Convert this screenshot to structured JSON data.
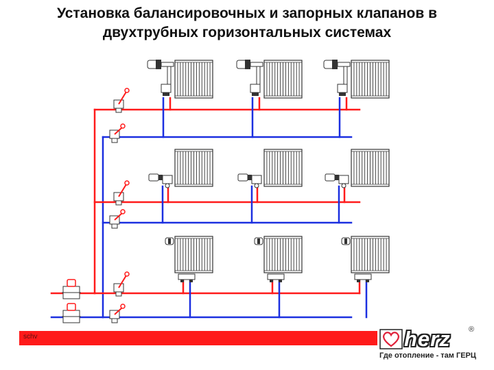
{
  "title": {
    "line1": "Установка балансировочных и запорных клапанов в",
    "line2": "двухтрубных горизонтальных системах"
  },
  "footer": {
    "code": "schv"
  },
  "logo": {
    "brand": "herz",
    "registered": "®",
    "slogan": "Где отопление - там ГЕРЦ"
  },
  "colors": {
    "supply": "#ff1a1a",
    "return": "#1b2fe0",
    "equipment": "#333333",
    "background": "#ffffff"
  },
  "floors": [
    {
      "name": "floor-1",
      "valve_style": "thermostatic-head-top"
    },
    {
      "name": "floor-2",
      "valve_style": "thermostatic-head-side"
    },
    {
      "name": "floor-3",
      "valve_style": "bottom-connection-block"
    }
  ]
}
